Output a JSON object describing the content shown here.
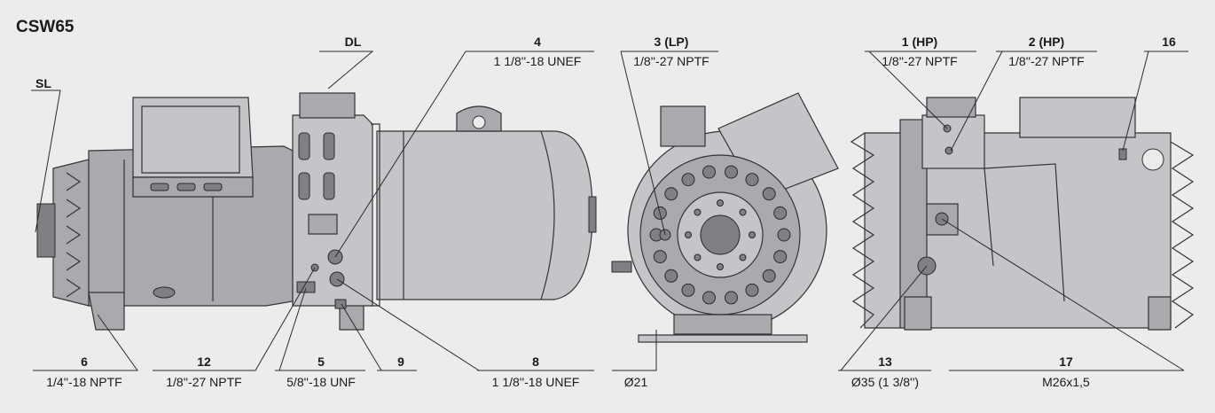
{
  "title": "CSW65",
  "labels": {
    "sl": {
      "num": "SL"
    },
    "dl": {
      "num": "DL"
    },
    "p4": {
      "num": "4",
      "spec": "1 1/8''-18 UNEF"
    },
    "p3": {
      "num": "3 (LP)",
      "spec": "1/8''-27 NPTF"
    },
    "p1": {
      "num": "1 (HP)",
      "spec": "1/8''-27 NPTF"
    },
    "p2": {
      "num": "2 (HP)",
      "spec": "1/8''-27 NPTF"
    },
    "p16": {
      "num": "16"
    },
    "p6": {
      "num": "6",
      "spec": "1/4''-18 NPTF"
    },
    "p12": {
      "num": "12",
      "spec": "1/8''-27 NPTF"
    },
    "p5": {
      "num": "5",
      "spec": "5/8''-18 UNF"
    },
    "p9": {
      "num": "9"
    },
    "p8": {
      "num": "8",
      "spec": "1 1/8''-18 UNEF"
    },
    "d21": {
      "spec": "Ø21"
    },
    "p13": {
      "num": "13",
      "spec": "Ø35 (1 3/8'')"
    },
    "p17": {
      "num": "17",
      "spec": "M26x1,5"
    }
  },
  "colors": {
    "background": "#ececec",
    "casing": "#a9aaad",
    "casing_light": "#c4c5c8",
    "casing_dark": "#7f8084",
    "line": "#2b2b2b"
  }
}
